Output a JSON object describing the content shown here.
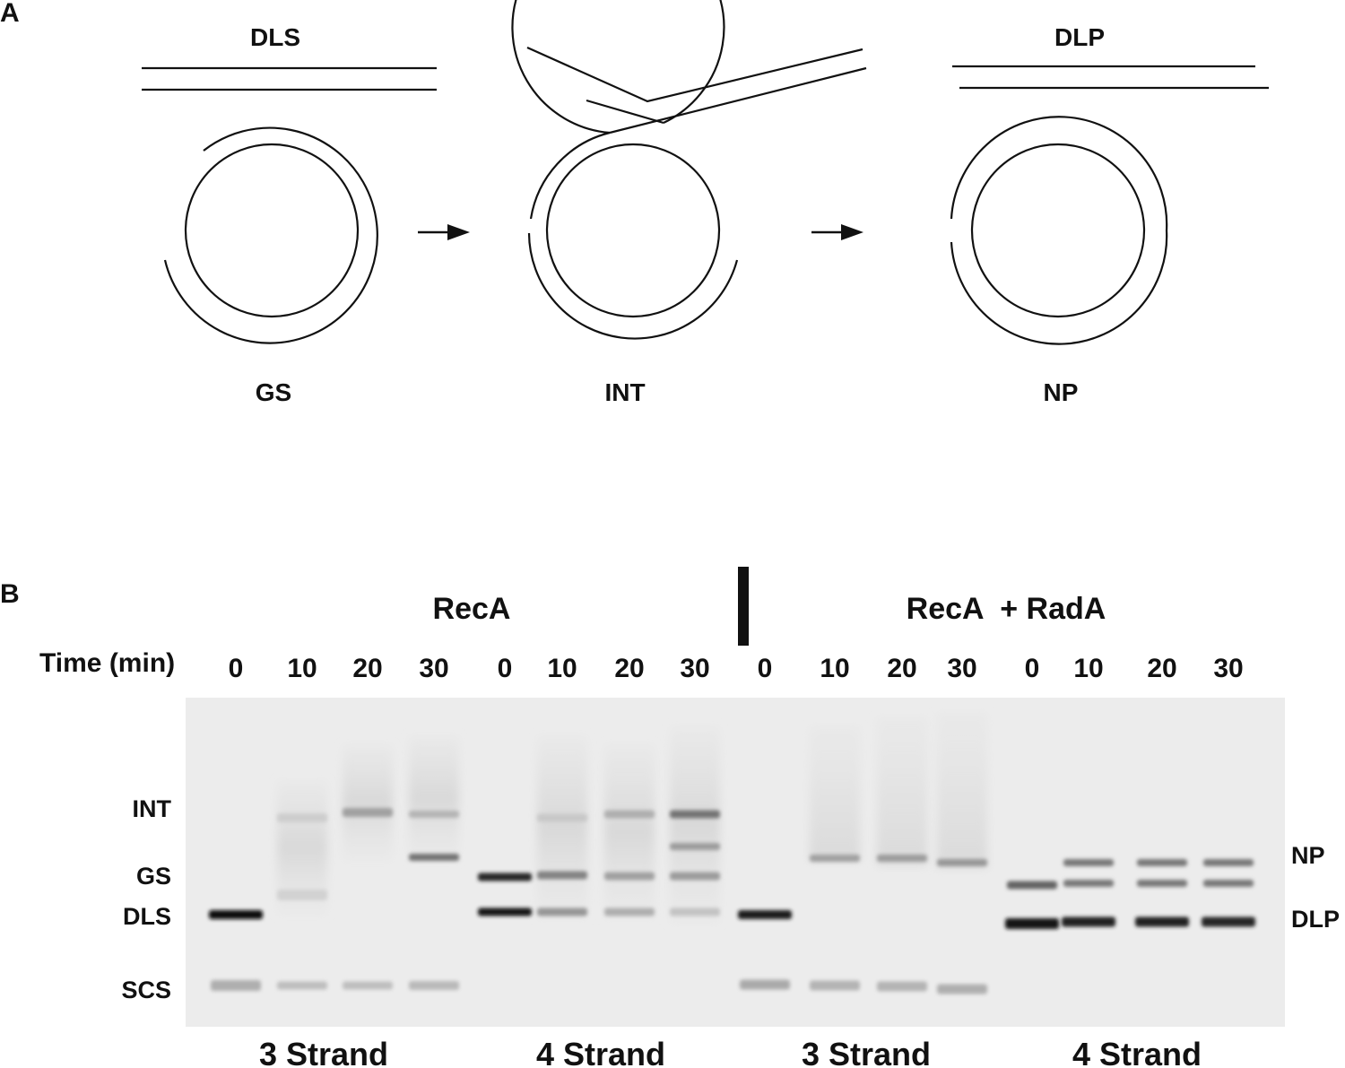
{
  "panel_a": {
    "panel_label": "A",
    "top_labels": {
      "dls": "DLS",
      "dlp": "DLP"
    },
    "bottom_labels": {
      "gs": "GS",
      "int": "INT",
      "np": "NP"
    }
  },
  "panel_b": {
    "panel_label": "B",
    "conditions": {
      "reca": "RecA",
      "reca_rada": "RecA  + RadA"
    },
    "time_label": "Time (min)",
    "time_points": [
      "0",
      "10",
      "20",
      "30",
      "0",
      "10",
      "20",
      "30",
      "0",
      "10",
      "20",
      "30",
      "0",
      "10",
      "20",
      "30"
    ],
    "left_band_labels": {
      "int": "INT",
      "gs": "GS",
      "dls": "DLS",
      "scs": "SCS"
    },
    "right_band_labels": {
      "np": "NP",
      "dlp": "DLP"
    },
    "groups": [
      "3 Strand",
      "4 Strand",
      "3 Strand",
      "4 Strand"
    ]
  },
  "colors": {
    "gel_background": "#ececec",
    "ink": "#111111"
  }
}
